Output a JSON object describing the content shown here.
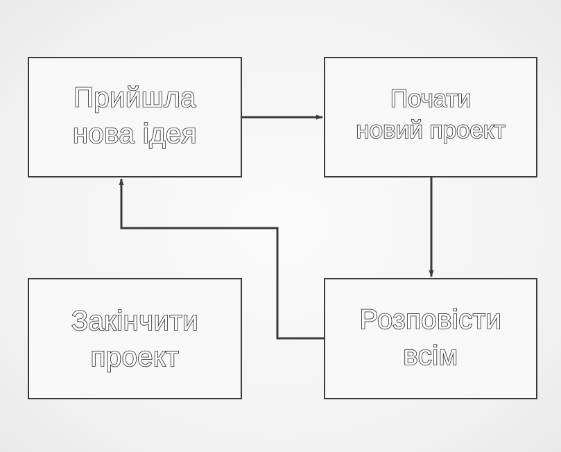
{
  "diagram": {
    "boxes": [
      {
        "id": "idea",
        "label": "Прийшла\nнова ідея"
      },
      {
        "id": "start",
        "label": "Почати\nновий проект"
      },
      {
        "id": "finish",
        "label": "Закінчити\nпроект"
      },
      {
        "id": "tell",
        "label": "Розповісти\nвсім"
      }
    ],
    "edges": [
      {
        "from": "idea",
        "to": "start"
      },
      {
        "from": "start",
        "to": "tell"
      },
      {
        "from": "tell",
        "to": "idea"
      }
    ],
    "colors": {
      "background": "#f4f4f4",
      "box_border": "#3a3a3a",
      "line": "#3a3a3a",
      "text_fill": "#ffffff",
      "text_stroke": "#1c1c1c"
    }
  }
}
